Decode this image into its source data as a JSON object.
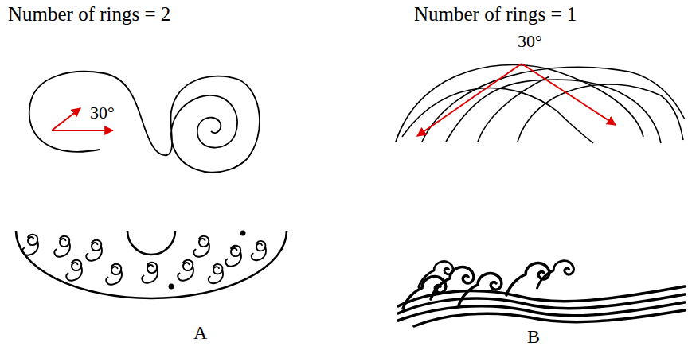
{
  "diagram": {
    "labels": [
      "Number of rings = 2",
      "30°",
      "A",
      "Number of rings = 1",
      "30°",
      "B"
    ]
  }
}
